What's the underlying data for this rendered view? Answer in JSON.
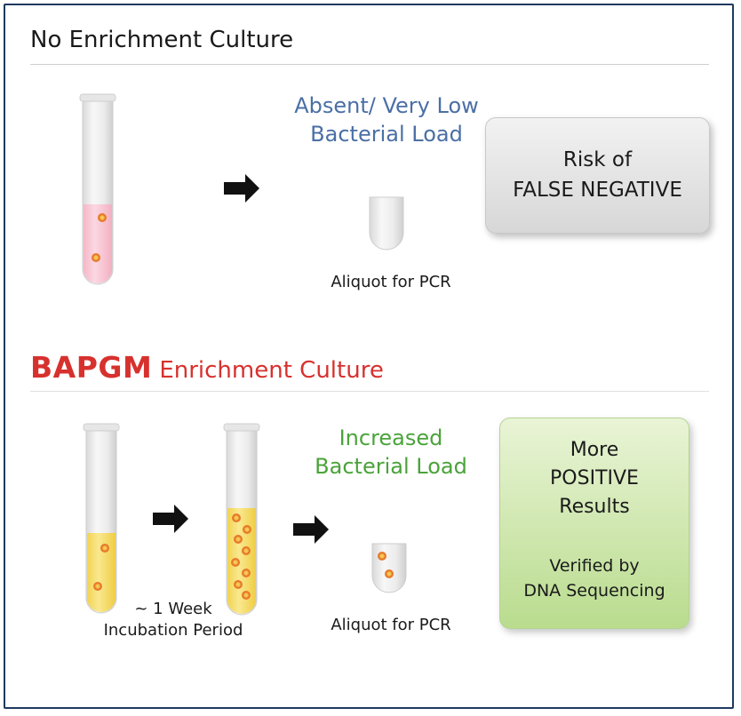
{
  "section1": {
    "title": "No Enrichment Culture",
    "load_line1": "Absent/ Very Low",
    "load_line2": "Bacterial Load",
    "aliquot_label": "Aliquot for PCR",
    "result_line1": "Risk of",
    "result_line2": "FALSE NEGATIVE"
  },
  "section2": {
    "title_bold": "BAPGM",
    "title_rest": "Enrichment Culture",
    "incubation_line1": "~ 1 Week",
    "incubation_line2": "Incubation Period",
    "load_line1": "Increased",
    "load_line2": "Bacterial Load",
    "aliquot_label": "Aliquot for PCR",
    "result_line1": "More",
    "result_line2": "POSITIVE",
    "result_line3": "Results",
    "verified_line1": "Verified by",
    "verified_line2": "DNA Sequencing"
  },
  "colors": {
    "frame": "#1f3a5f",
    "bapgm_red": "#d7312e",
    "blue_text": "#4a6fa5",
    "green_text": "#4aa33a",
    "pink_medium": "#f7c6d4",
    "yellow_medium": "#f5de72",
    "bacteria": "#e8792b"
  }
}
